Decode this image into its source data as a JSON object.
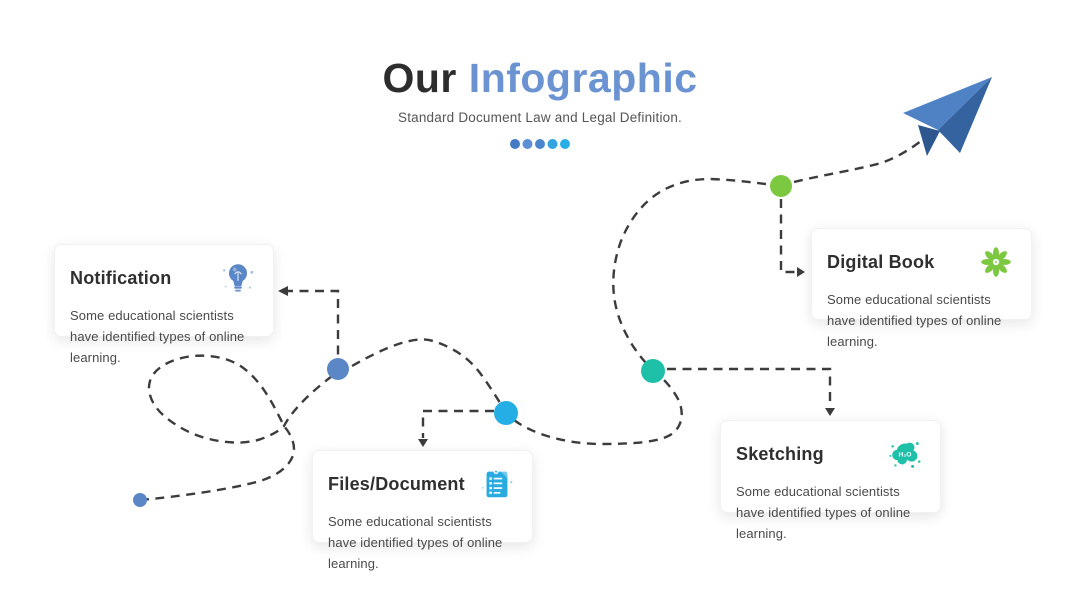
{
  "header": {
    "title_prefix": "Our",
    "title_highlight": "Infographic",
    "subtitle": "Standard Document Law and Legal Definition."
  },
  "pager_dots": [
    {
      "color": "#4479c6"
    },
    {
      "color": "#5b90d2"
    },
    {
      "color": "#4a86cd"
    },
    {
      "color": "#33a2de"
    },
    {
      "color": "#29aee6"
    }
  ],
  "cards": [
    {
      "title": "Notification",
      "description": "Some educational scientists have identified types of online learning.",
      "icon": "lightbulb-icon",
      "icon_color": "#5b87c7"
    },
    {
      "title": "Files/Document",
      "description": "Some educational scientists have identified types of online learning.",
      "icon": "clipboard-icon",
      "icon_color": "#29abe2"
    },
    {
      "title": "Sketching",
      "description": "Some educational scientists have identified types of online learning.",
      "icon": "water-splash-icon",
      "icon_label": "H₂O",
      "icon_color": "#1ec0a8"
    },
    {
      "title": "Digital Book",
      "description": "Some educational scientists have identified types of online learning.",
      "icon": "flower-icon",
      "icon_color": "#7cc840"
    }
  ],
  "route": {
    "line_color": "#3c3c3c",
    "milestones": [
      {
        "name": "start",
        "color": "#5b87c7"
      },
      {
        "name": "notification",
        "color": "#5b87c7"
      },
      {
        "name": "files-document",
        "color": "#25aee6"
      },
      {
        "name": "sketching",
        "color": "#1ec0a8"
      },
      {
        "name": "digital-book",
        "color": "#7cc840"
      }
    ]
  },
  "plane": {
    "color_light": "#4e82c4",
    "color_mid": "#35639f",
    "color_dark": "#2d578e"
  }
}
